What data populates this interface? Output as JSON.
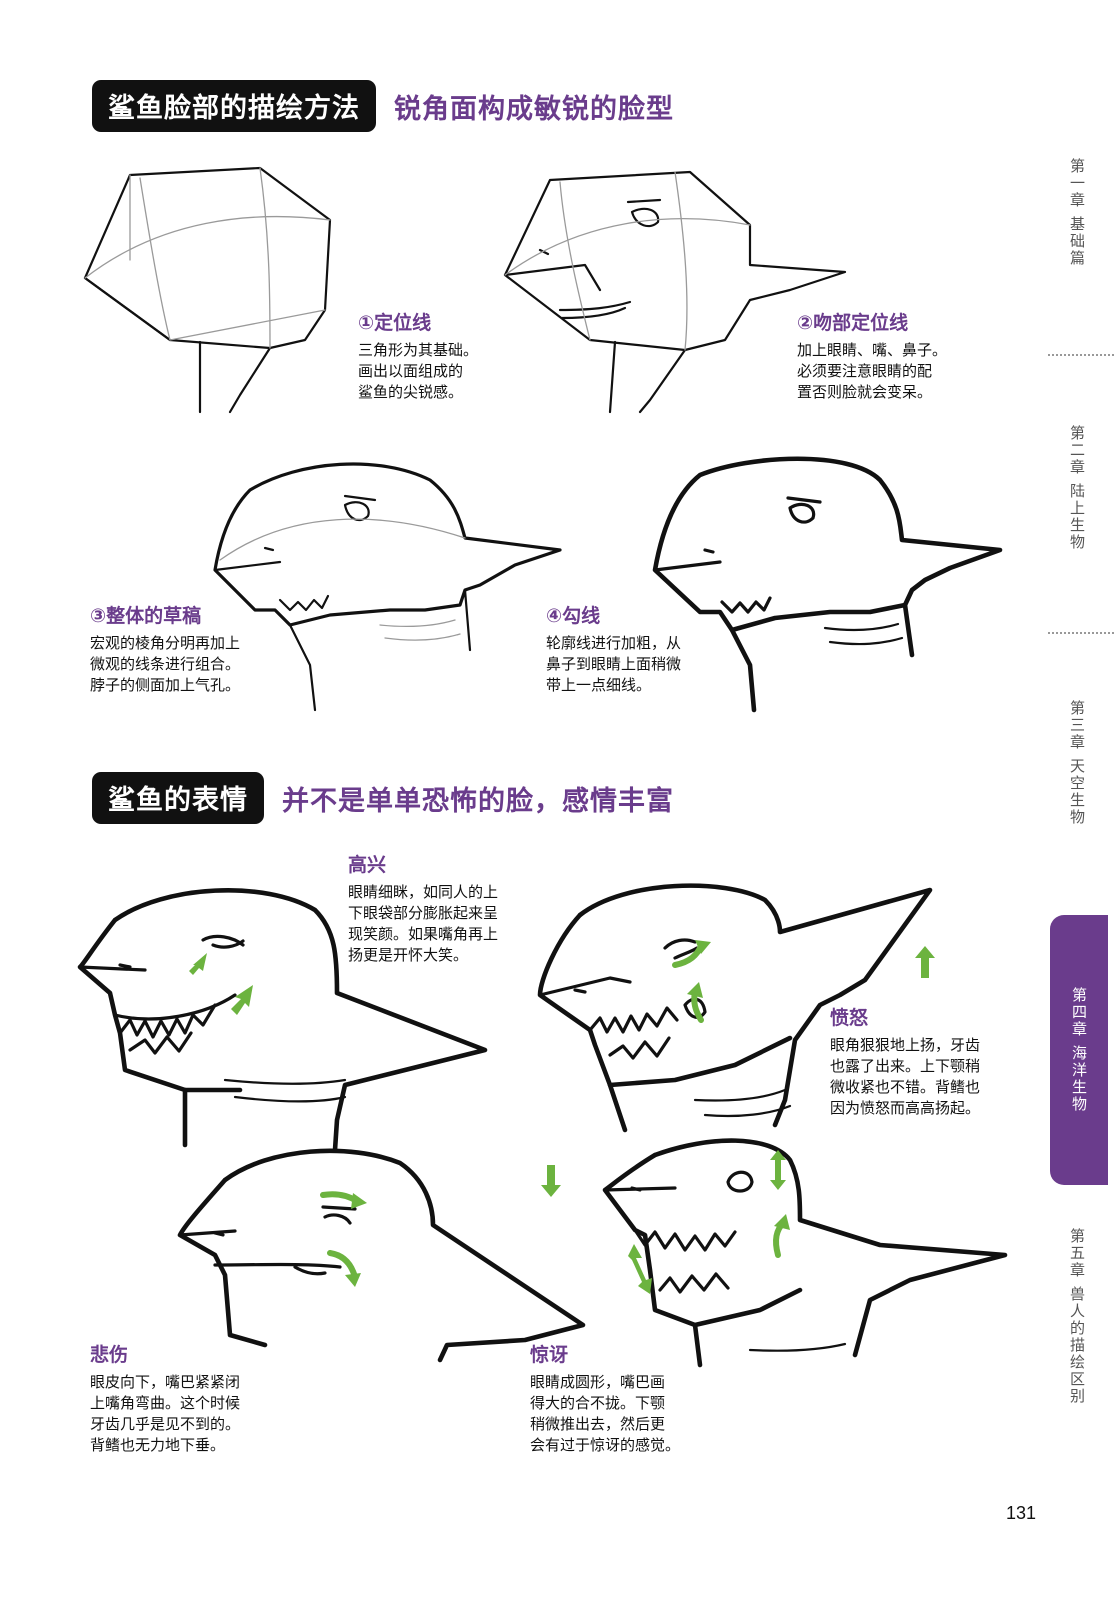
{
  "section1": {
    "badge": "鲨鱼脸部的描绘方法",
    "subtitle": "锐角面构成敏锐的脸型"
  },
  "steps": [
    {
      "title": "①定位线",
      "text": "三角形为其基础。\n画出以面组成的\n鲨鱼的尖锐感。"
    },
    {
      "title": "②吻部定位线",
      "text": "加上眼睛、嘴、鼻子。\n必须要注意眼睛的配\n置否则脸就会变呆。"
    },
    {
      "title": "③整体的草稿",
      "text": "宏观的棱角分明再加上\n微观的线条进行组合。\n脖子的侧面加上气孔。"
    },
    {
      "title": "④勾线",
      "text": "轮廓线进行加粗，从\n鼻子到眼睛上面稍微\n带上一点细线。"
    }
  ],
  "section2": {
    "badge": "鲨鱼的表情",
    "subtitle": "并不是单单恐怖的脸，感情丰富"
  },
  "expressions": [
    {
      "title": "高兴",
      "text": "眼睛细眯，如同人的上\n下眼袋部分膨胀起来呈\n现笑颜。如果嘴角再上\n扬更是开怀大笑。"
    },
    {
      "title": "愤怒",
      "text": "眼角狠狠地上扬，牙齿\n也露了出来。上下颚稍\n微收紧也不错。背鳍也\n因为愤怒而高高扬起。"
    },
    {
      "title": "悲伤",
      "text": "眼皮向下，嘴巴紧紧闭\n上嘴角弯曲。这个时候\n牙齿几乎是见不到的。\n背鳍也无力地下垂。"
    },
    {
      "title": "惊讶",
      "text": "眼睛成圆形，嘴巴画\n得大的合不拢。下颚\n稍微推出去，然后更\n会有过于惊讶的感觉。"
    }
  ],
  "sidebar": {
    "chapters": [
      "第一章 基础篇",
      "第二章 陆上生物",
      "第三章 天空生物",
      "第四章 海洋生物",
      "第五章 兽人的描绘区别"
    ],
    "active_index": 3,
    "accent": "#6a3c8c"
  },
  "page_number": "131",
  "colors": {
    "heading": "#6a3c8c",
    "arrow": "#6cb33f"
  }
}
